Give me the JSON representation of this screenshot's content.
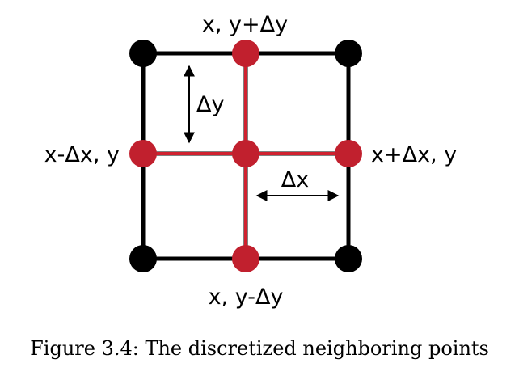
{
  "labels": {
    "top": "x, y+Δy",
    "bottom": "x, y-Δy",
    "left": "x-Δx, y",
    "right": "x+Δx, y",
    "dy": "Δy",
    "dx": "Δx"
  },
  "caption": "Figure 3.4:  The discretized neighboring points",
  "colors": {
    "grid_line": "#000000",
    "stencil_line": "#d0212f",
    "corner_node": "#000000",
    "stencil_node": "#c1202e",
    "text": "#000000"
  }
}
